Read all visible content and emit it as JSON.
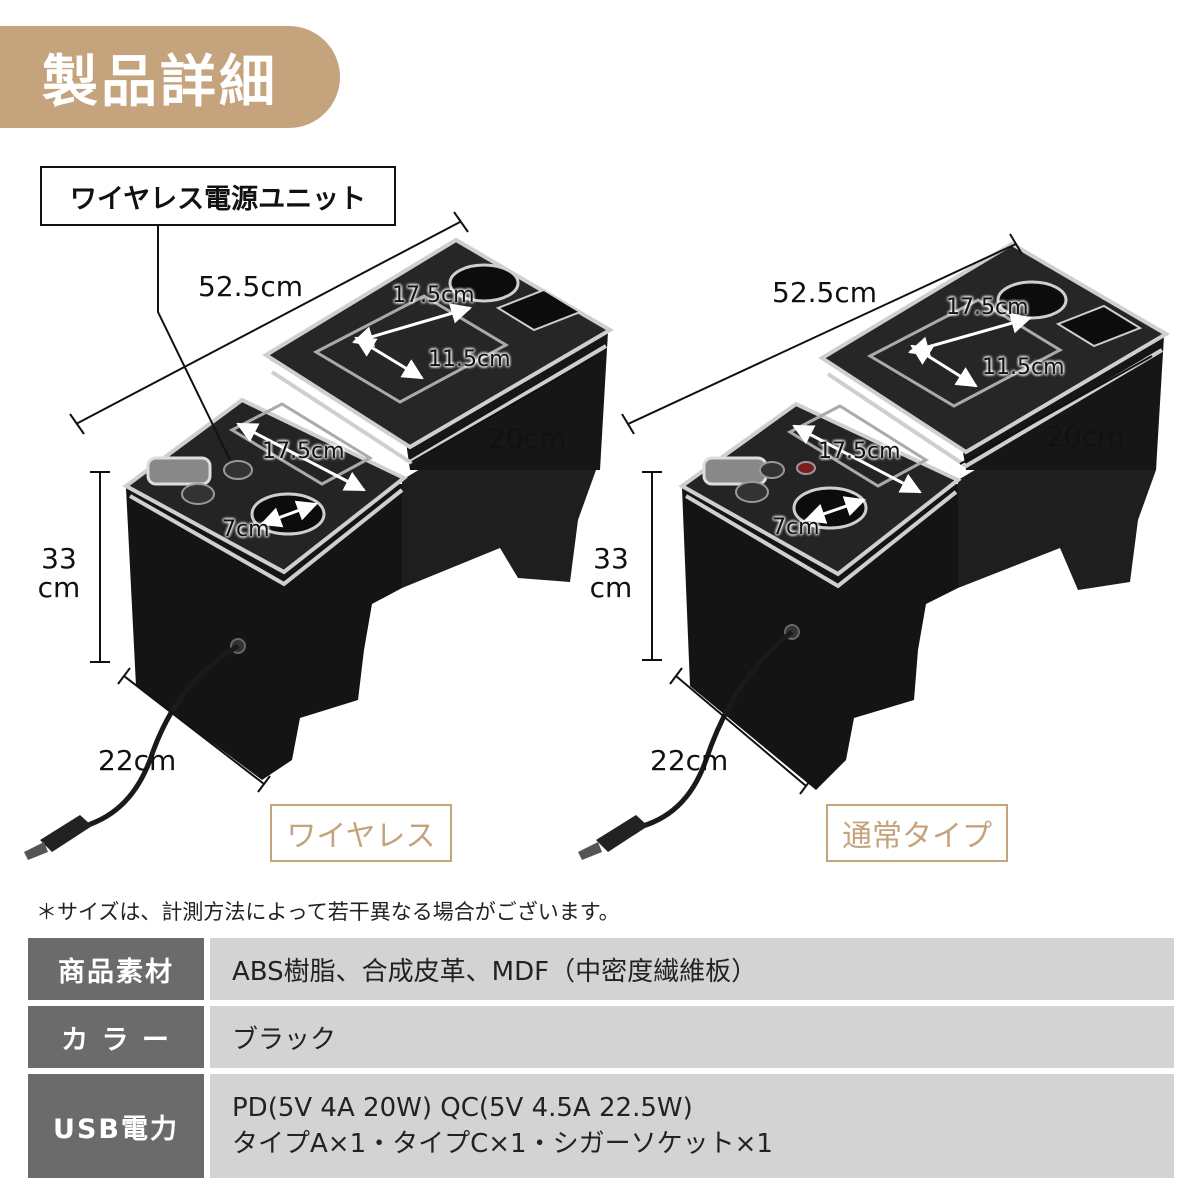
{
  "section_title": "製品詳細",
  "callout_label": "ワイヤレス電源ユニット",
  "left_product": {
    "length": "52.5cm",
    "tray_length": "17.5cm",
    "tray_width": "11.5cm",
    "depth": "20cm",
    "front_tray": "17.5cm",
    "cup": "7cm",
    "height_number": "33",
    "height_unit": "cm",
    "base_width": "22cm",
    "variant_label": "ワイヤレス"
  },
  "right_product": {
    "length": "52.5cm",
    "tray_length": "17.5cm",
    "tray_width": "11.5cm",
    "depth": "20cm",
    "front_tray": "17.5cm",
    "cup": "7cm",
    "height_number": "33",
    "height_unit": "cm",
    "base_width": "22cm",
    "variant_label": "通常タイプ"
  },
  "note": "＊サイズは、計測方法によって若干異なる場合がございます。",
  "specs": [
    {
      "label": "商品素材",
      "lines": [
        "ABS樹脂、合成皮革、MDF（中密度繊維板）"
      ]
    },
    {
      "label": "カ ラ ー",
      "lines": [
        "ブラック"
      ]
    },
    {
      "label": "USB電力",
      "lines": [
        "PD(5V 4A 20W) QC(5V 4.5A 22.5W)",
        "タイプA×1・タイプC×1・シガーソケット×1"
      ]
    }
  ],
  "colors": {
    "accent": "#c5a37c",
    "label_bg": "#6b6b6b",
    "value_bg": "#d3d3d3",
    "product": "#141414"
  }
}
